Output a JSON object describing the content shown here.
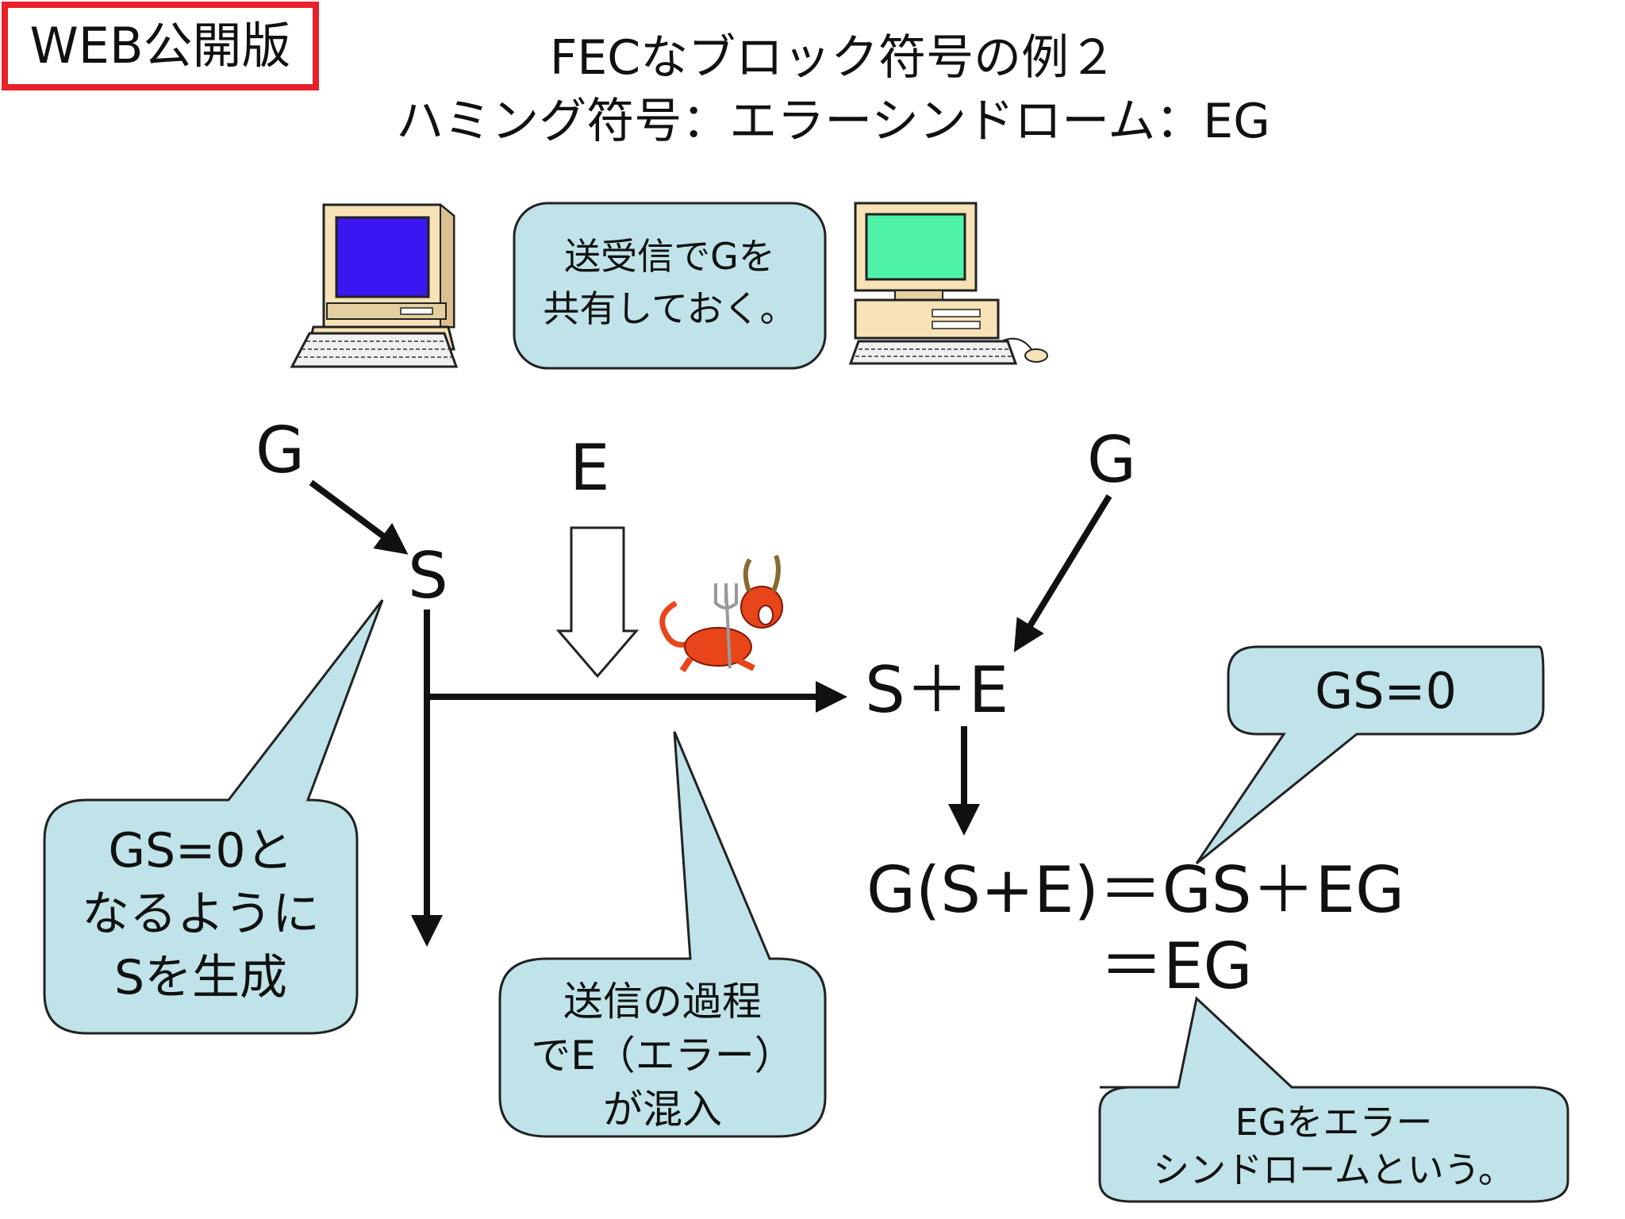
{
  "badge": "WEB公開版",
  "title": {
    "line1": "FECなブロック符号の例２",
    "line2": "ハミング符号：エラーシンドローム：EG"
  },
  "symbols": {
    "g_left": "G",
    "s_left": "S",
    "e_top": "E",
    "g_right": "G",
    "s_plus_e": "S＋E"
  },
  "formula": {
    "line1": "G(S+E)＝GS＋EG",
    "line2": "＝EG"
  },
  "callouts": {
    "share": [
      "送受信でGを",
      "共有しておく。"
    ],
    "generate": [
      "GS=0と",
      "なるように",
      "Sを生成"
    ],
    "error": [
      "送信の過程",
      "でE（エラー）",
      "が混入"
    ],
    "gs_zero": [
      "GS=0"
    ],
    "syndrome": [
      "EGをエラー",
      "シンドロームという。"
    ]
  },
  "colors": {
    "callout_fill": "#bfe3e8",
    "badge_border": "#e8202a",
    "sender_screen": "#3a17f0",
    "receiver_screen": "#4ff3a8",
    "computer_body": "#f6e2b6",
    "devil_red": "#e8451a"
  },
  "icons": {
    "sender": "computer-icon",
    "receiver": "computer-icon",
    "devil": "devil-icon"
  }
}
